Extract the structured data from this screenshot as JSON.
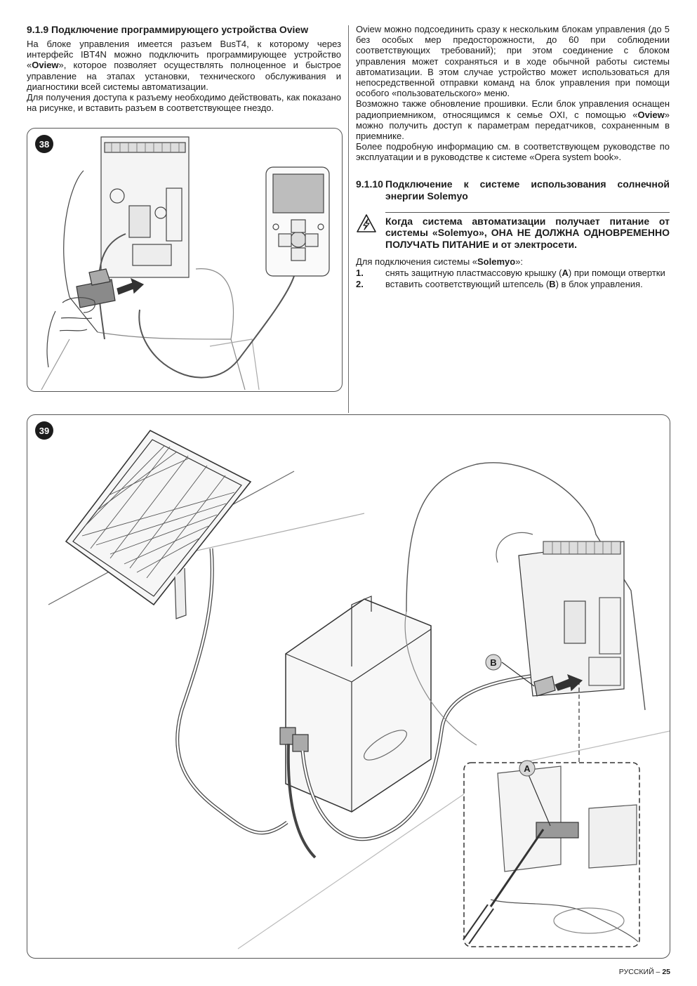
{
  "left": {
    "heading": "9.1.9 Подключение программирующего устройства Oview",
    "p1a": "На блоке управления имеется разъем BusT4, к которому через интерфейс IBT4N можно подключить программирующее устройство «",
    "p1b": "Oview",
    "p1c": "», которое позволяет осуществлять полноценное и быстрое управление на этапах установки, технического обслуживания и диагностики всей системы автоматизации.",
    "p2": "Для получения доступа к разъему необходимо действовать, как показано на рисунке, и вставить разъем в соответствующее гнездо."
  },
  "right": {
    "p1": "Oview можно подсоединить сразу к нескольким блокам управления (до 5 без особых мер предосторожности, до 60 при соблюдении соответствующих требований); при этом соединение с блоком управления может сохраняться и в ходе обычной работы системы автоматизации. В этом случае устройство может использоваться для непосредственной отправки команд на блок управления при помощи особого «пользовательского» меню.",
    "p2a": "Возможно также обновление прошивки. Если блок управления оснащен радиоприемником, относящимся к семье OXI, с помощью «",
    "p2b": "Oview",
    "p2c": "» можно получить доступ к параметрам передатчиков, сохраненным в приемнике.",
    "p3": "Более подробную информацию см. в соответствующем руководстве по эксплуатации и в руководстве к системе «Opera system book».",
    "heading_num": "9.1.10",
    "heading_text": "Подключение к системе использования солнечной энергии Solemyo",
    "warning": "Когда система автоматизации получает питание от системы «Solemyo», ОНА НЕ ДОЛЖНА ОДНОВРЕМЕННО ПОЛУЧАТЬ ПИТАНИЕ и от электросети.",
    "intro_a": "Для подключения системы «",
    "intro_b": "Solemyo",
    "intro_c": "»:",
    "steps": [
      {
        "num": "1.",
        "a": "снять защитную пластмассовую крышку (",
        "b": "A",
        "c": ") при помощи отвертки"
      },
      {
        "num": "2.",
        "a": "вставить соответствующий штепсель (",
        "b": "B",
        "c": ") в блок управления."
      }
    ]
  },
  "figures": {
    "fig38_number": "38",
    "fig39_number": "39",
    "label_a": "A",
    "label_b": "B"
  },
  "footer": {
    "language": "РУССКИЙ",
    "separator": " – ",
    "page": "25"
  }
}
